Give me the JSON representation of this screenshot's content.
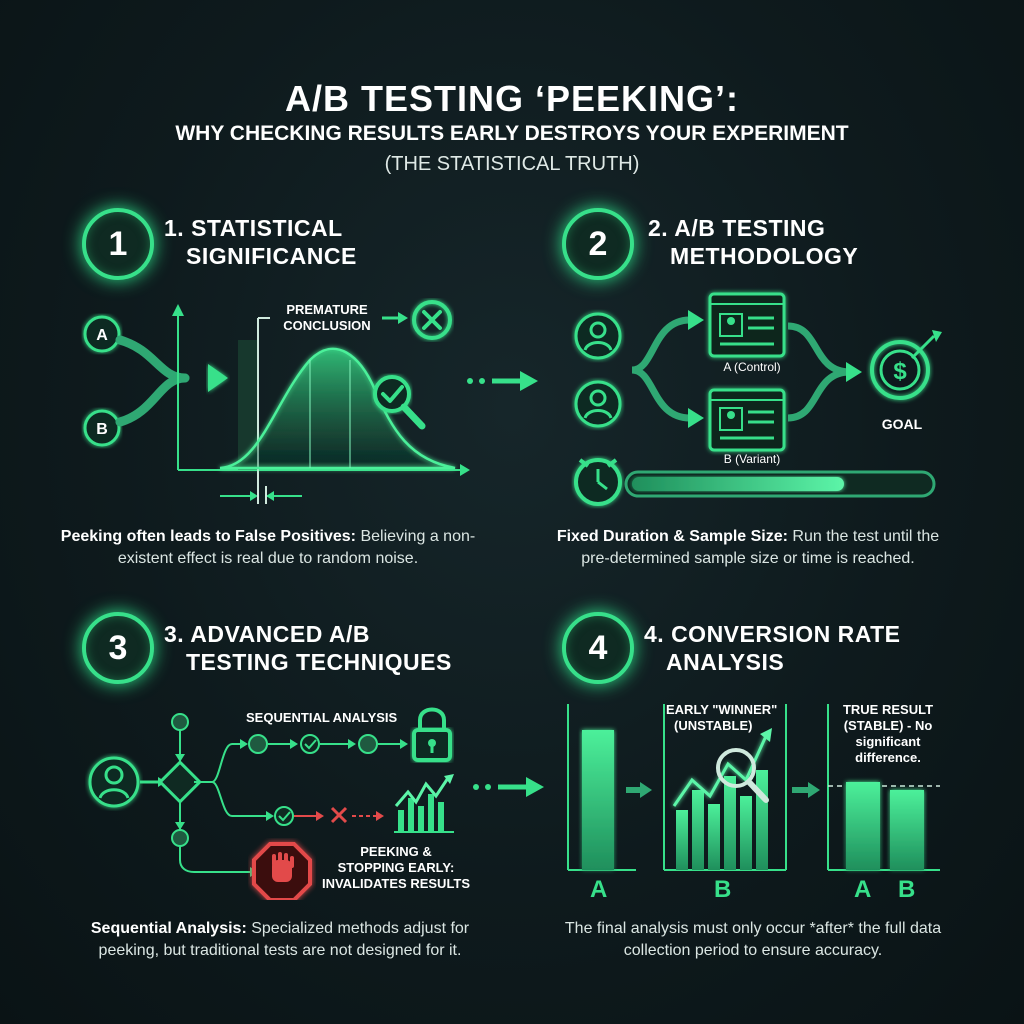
{
  "header": {
    "title": "A/B TESTING ‘PEEKING’:",
    "subtitle": "WHY CHECKING RESULTS EARLY DESTROYS YOUR EXPERIMENT",
    "note": "(THE STATISTICAL TRUTH)"
  },
  "sections": [
    {
      "number": "1",
      "title_line1": "1. STATISTICAL",
      "title_line2": "SIGNIFICANCE",
      "caption_bold": "Peeking often leads to False Positives:",
      "caption_rest": " Believing a non-existent effect is real due to random noise.",
      "labels": {
        "a": "A",
        "b": "B",
        "premature_line1": "PREMATURE",
        "premature_line2": "CONCLUSION"
      }
    },
    {
      "number": "2",
      "title_line1": "2. A/B TESTING",
      "title_line2": "METHODOLOGY",
      "caption_bold": "Fixed Duration & Sample Size:",
      "caption_rest": " Run the test until the pre-determined sample size or time is reached.",
      "labels": {
        "control": "A (Control)",
        "variant": "B (Variant)",
        "goal": "GOAL"
      }
    },
    {
      "number": "3",
      "title_line1": "3. ADVANCED A/B",
      "title_line2": "TESTING TECHNIQUES",
      "caption_bold": "Sequential Analysis:",
      "caption_rest": " Specialized methods adjust for peeking, but traditional tests are not designed for it.",
      "labels": {
        "sequential": "SEQUENTIAL ANALYSIS",
        "peek_line1": "PEEKING &",
        "peek_line2": "STOPPING EARLY:",
        "peek_line3": "INVALIDATES RESULTS"
      }
    },
    {
      "number": "4",
      "title_line1": "4. CONVERSION RATE",
      "title_line2": "ANALYSIS",
      "caption_plain": "The final analysis must only occur *after* the full data collection period to ensure accuracy.",
      "labels": {
        "early_line1": "EARLY \"WINNER\"",
        "early_line2": "(UNSTABLE)",
        "true_line1": "TRUE RESULT",
        "true_line2": "(STABLE) - No",
        "true_line3": "significant",
        "true_line4": "difference.",
        "bar_a": "A",
        "bar_b": "B",
        "pair_a": "A",
        "pair_b": "B"
      }
    }
  ],
  "colors": {
    "accent": "#37e08a",
    "accent_dark": "#1f8f5c",
    "warning": "#e24a4a",
    "background": "#0e1a1d"
  }
}
